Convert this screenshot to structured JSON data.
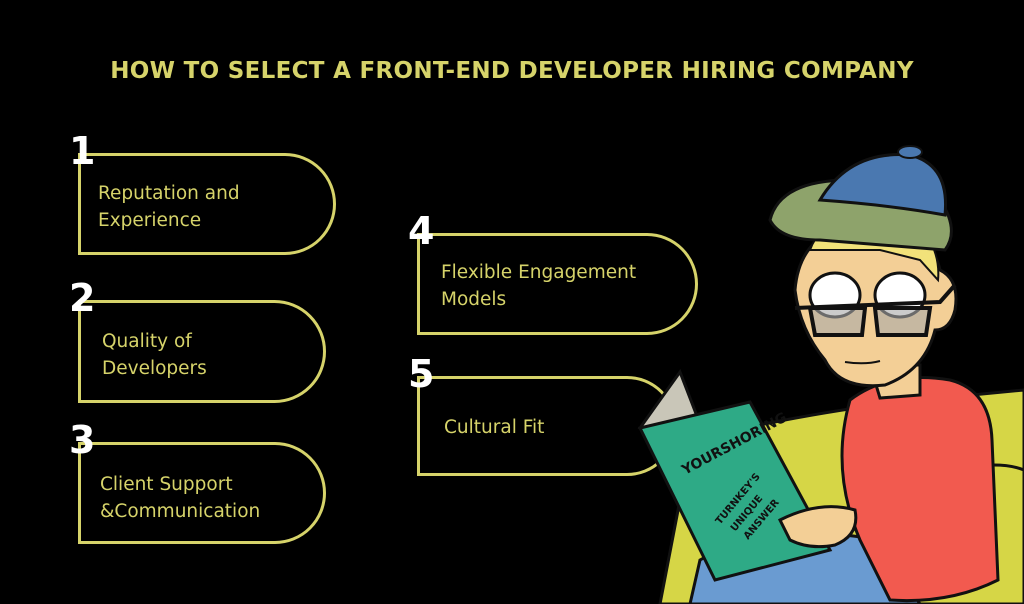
{
  "title": "HOW TO SELECT A FRONT-END DEVELOPER HIRING COMPANY",
  "colors": {
    "background": "#000000",
    "accent": "#d6d36a",
    "number": "#ffffff"
  },
  "steps": [
    {
      "number": "1",
      "label_line1": "Reputation and",
      "label_line2": "Experience"
    },
    {
      "number": "2",
      "label_line1": "Quality of",
      "label_line2": "Developers"
    },
    {
      "number": "3",
      "label_line1": "Client Support",
      "label_line2": "&Communication"
    },
    {
      "number": "4",
      "label_line1": "Flexible Engagement",
      "label_line2": "Models"
    },
    {
      "number": "5",
      "label_line1": "Cultural Fit",
      "label_line2": ""
    }
  ],
  "illustration": {
    "description": "cartoon man in cap and glasses reading a book on a couch",
    "book_title": "YOURSHORING",
    "book_subtitle_1": "TURNKEY'S",
    "book_subtitle_2": "UNIQUE",
    "book_subtitle_3": "ANSWER"
  }
}
